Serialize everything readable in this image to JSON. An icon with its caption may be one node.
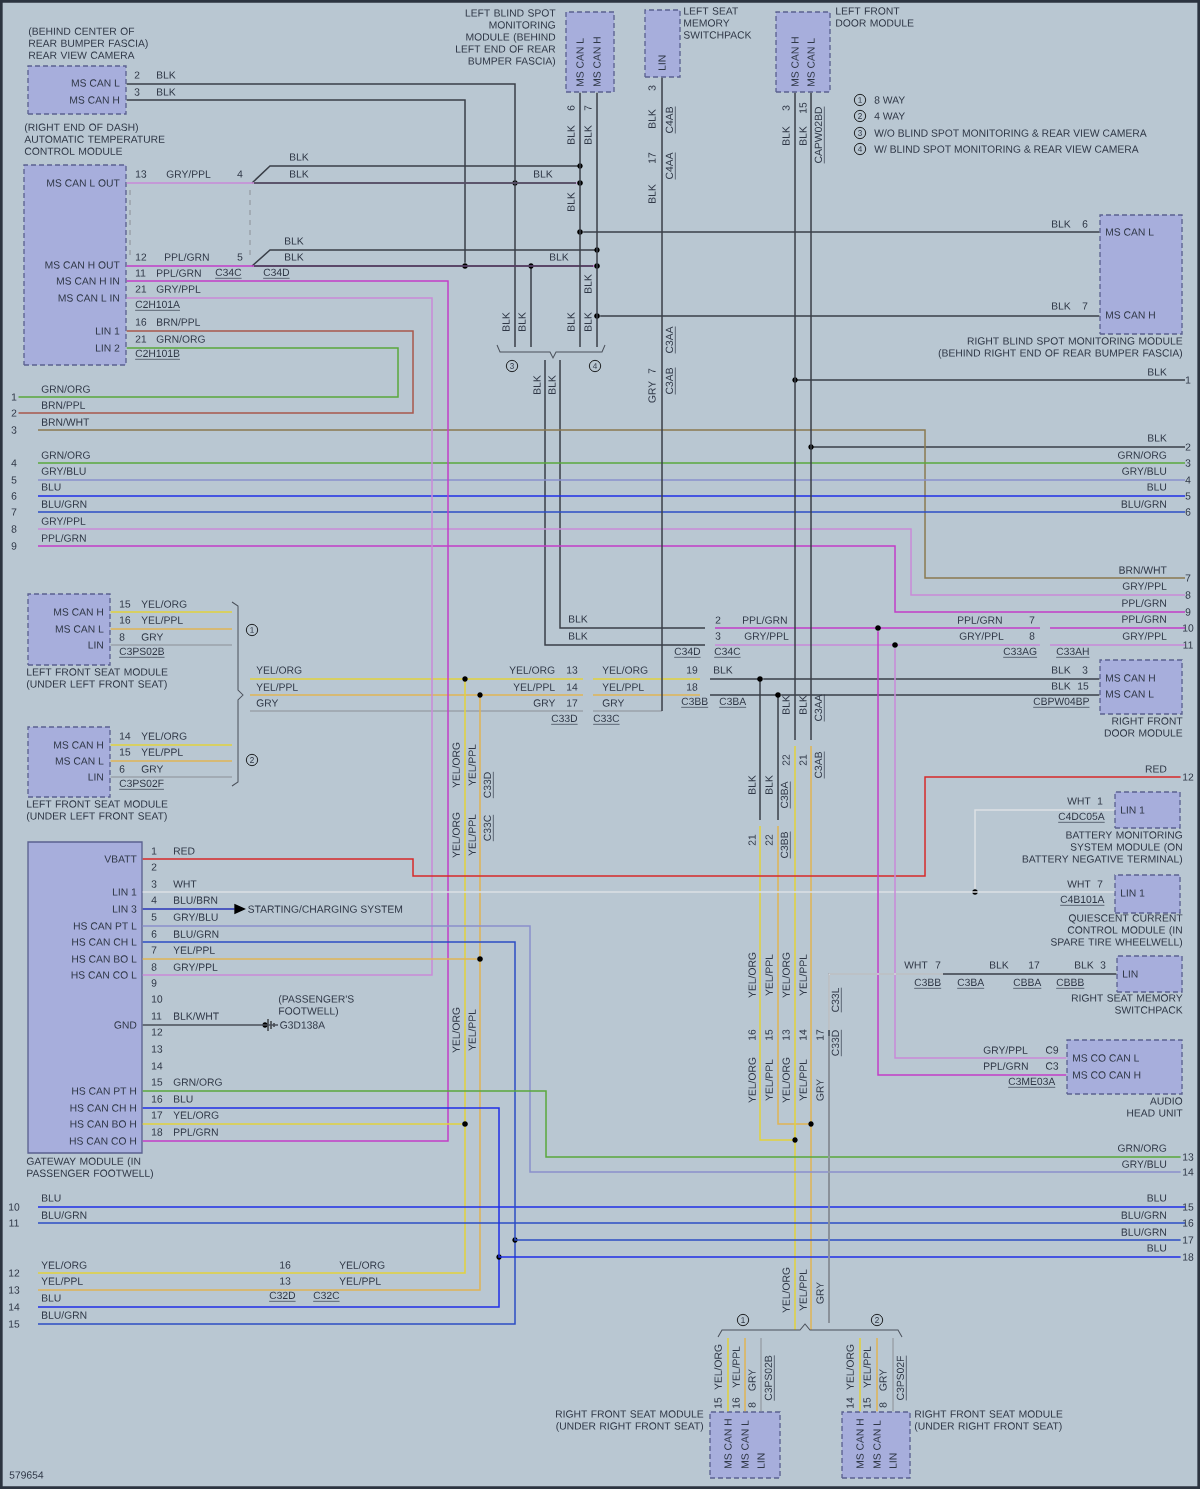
{
  "diagram": {
    "nodes": [
      {
        "text": [
          "MS CAN L",
          "MS CAN H"
        ],
        "beside": [
          "(BEHIND CENTER OF REAR BUMPER FASCIA) REAR VIEW CAMERA"
        ]
      },
      {
        "text": [
          "MS CAN L OUT",
          "MS CAN H OUT",
          "MS CAN H IN",
          "MS CAN L IN",
          "LIN 1",
          "LIN 2"
        ],
        "beside": [
          "(RIGHT END OF DASH) AUTOMATIC TEMPERATURE CONTROL MODULE"
        ]
      },
      {
        "text": [
          "MS CAN L",
          "MS CAN H"
        ],
        "beside": [
          "LEFT BLIND SPOT MONITORING MODULE (BEHIND LEFT END OF REAR BUMPER FASCIA)"
        ]
      },
      {
        "text": [
          "LIN"
        ],
        "beside": [
          "LEFT SEAT MEMORY SWITCHPACK"
        ]
      },
      {
        "text": [
          "MS CAN H",
          "MS CAN L"
        ],
        "beside": [
          "LEFT FRONT DOOR MODULE"
        ]
      },
      {
        "text": [
          "MS CAN L",
          "MS CAN H"
        ],
        "beside": [
          "RIGHT BLIND SPOT MONITORING MODULE (BEHIND RIGHT END OF REAR BUMPER FASCIA)"
        ]
      },
      {
        "text": [
          "MS CAN H",
          "MS CAN L",
          "LIN"
        ],
        "beside": [
          "LEFT FRONT SEAT MODULE (UNDER LEFT FRONT SEAT)"
        ]
      },
      {
        "text": [
          "MS CAN H",
          "MS CAN L",
          "LIN"
        ],
        "beside": [
          "LEFT FRONT SEAT MODULE (UNDER LEFT FRONT SEAT)"
        ]
      },
      {
        "text": [
          "MS CAN H",
          "MS CAN L"
        ],
        "beside": [
          "RIGHT FRONT DOOR MODULE"
        ]
      },
      {
        "text": [
          "LIN 1"
        ],
        "beside": [
          "BATTERY MONITORING SYSTEM MODULE (ON BATTERY NEGATIVE TERMINAL)"
        ]
      },
      {
        "text": [
          "LIN 1"
        ],
        "beside": [
          "QUIESCENT CURRENT CONTROL MODULE (IN SPARE TIRE WHEELWELL)"
        ]
      },
      {
        "text": [
          "LIN"
        ],
        "beside": [
          "RIGHT SEAT MEMORY SWITCHPACK"
        ]
      },
      {
        "text": [
          "VBATT",
          "LIN 1",
          "LIN 3",
          "HS CAN PT L",
          "HS CAN CH L",
          "HS CAN BO L",
          "HS CAN CO L",
          "GND",
          "HS CAN PT H",
          "HS CAN CH H",
          "HS CAN BO H",
          "HS CAN CO H"
        ],
        "beside": [
          "GATEWAY MODULE (IN PASSENGER FOOTWELL)"
        ]
      },
      {
        "text": [
          "MS CO CAN L",
          "MS CO CAN H"
        ],
        "beside": [
          "AUDIO HEAD UNIT"
        ]
      },
      {
        "text": [
          "MS CAN H",
          "MS CAN L",
          "LIN"
        ],
        "beside": [
          "RIGHT FRONT SEAT MODULE (UNDER RIGHT FRONT SEAT)"
        ]
      },
      {
        "text": [
          "MS CAN H",
          "MS CAN L",
          "LIN"
        ],
        "beside": [
          "RIGHT FRONT SEAT MODULE (UNDER RIGHT FRONT SEAT)"
        ]
      },
      {
        "text": [
          "STARTING/CHARGING SYSTEM"
        ]
      },
      {
        "text": [
          "G3D138A"
        ],
        "beside": [
          "(PASSENGER'S FOOTWELL)"
        ]
      },
      {
        "text": [
          "1"
        ]
      },
      {
        "text": [
          "2"
        ]
      },
      {
        "text": [
          "12"
        ]
      },
      {
        "text": [
          "13"
        ]
      },
      {
        "text": [
          "14"
        ]
      },
      {
        "text": [
          "17"
        ]
      },
      {
        "text": [
          "18"
        ]
      },
      {
        "text": [],
        "shape": "circle"
      },
      {
        "text": [],
        "shape": "circle"
      },
      {
        "text": [],
        "shape": "circle"
      },
      {
        "text": [],
        "shape": "circle"
      },
      {
        "text": [],
        "shape": "circle"
      },
      {
        "text": [],
        "shape": "circle"
      },
      {
        "text": [],
        "shape": "circle"
      },
      {
        "text": [],
        "shape": "circle"
      },
      {
        "text": [],
        "shape": "circle"
      },
      {
        "text": [],
        "shape": "circle"
      },
      {
        "text": [],
        "shape": "circle"
      },
      {
        "text": [],
        "shape": "circle"
      }
    ],
    "edges": [
      {
        "from": 0,
        "to": null,
        "arrow": "none",
        "label": "BLK",
        "color": "#3a3f48"
      },
      {
        "from": 0,
        "to": 27,
        "arrow": "none",
        "label": "BLK",
        "color": "#3a3f48"
      },
      {
        "from": 1,
        "to": 25,
        "arrow": "none",
        "label": "GRY/PPL",
        "color": "#c98ad8"
      },
      {
        "from": 1,
        "to": 28,
        "arrow": "none",
        "label": "PPL/GRN",
        "color": "#c23ec8"
      },
      {
        "from": 1,
        "to": 12,
        "arrow": "none",
        "label": "PPL/GRN",
        "color": "#c23ec8"
      },
      {
        "from": 1,
        "to": 12,
        "arrow": "none",
        "label": "GRY/PPL",
        "color": "#c98ad8"
      },
      {
        "from": 1,
        "to": 19,
        "arrow": "none",
        "label": "BRN/PPL",
        "color": "#a8584c"
      },
      {
        "from": 1,
        "to": 18,
        "arrow": "none",
        "label": "GRN/ORG",
        "color": "#5aa83c"
      },
      {
        "from": 2,
        "to": null,
        "arrow": "none",
        "label": "BLK",
        "color": "#3a3f48"
      },
      {
        "from": 2,
        "to": null,
        "arrow": "none",
        "label": "BLK",
        "color": "#3a3f48"
      },
      {
        "from": 3,
        "to": null,
        "arrow": "none",
        "label": "BLK",
        "color": "#3a3f48"
      },
      {
        "from": 4,
        "to": null,
        "arrow": "none",
        "label": "BLK",
        "color": "#3a3f48"
      },
      {
        "from": 4,
        "to": null,
        "arrow": "none",
        "label": "BLK",
        "color": "#3a3f48"
      },
      {
        "from": 5,
        "to": 26,
        "arrow": "none",
        "label": "BLK",
        "color": "#3a3f48"
      },
      {
        "from": 5,
        "to": 29,
        "arrow": "none",
        "label": "BLK",
        "color": "#3a3f48"
      },
      {
        "from": 6,
        "to": null,
        "arrow": "none",
        "label": "YEL/ORG",
        "color": "#e2d23c"
      },
      {
        "from": 6,
        "to": null,
        "arrow": "none",
        "label": "YEL/PPL",
        "color": "#e0b454"
      },
      {
        "from": 6,
        "to": null,
        "arrow": "none",
        "label": "GRY",
        "color": "#9ba2aa"
      },
      {
        "from": 7,
        "to": null,
        "arrow": "none",
        "label": "YEL/ORG",
        "color": "#e2d23c"
      },
      {
        "from": 7,
        "to": null,
        "arrow": "none",
        "label": "YEL/PPL",
        "color": "#e0b454"
      },
      {
        "from": 7,
        "to": null,
        "arrow": "none",
        "label": "GRY",
        "color": "#9ba2aa"
      },
      {
        "from": 8,
        "to": 32,
        "arrow": "none",
        "label": "BLK",
        "color": "#3a3f48"
      },
      {
        "from": 8,
        "to": 33,
        "arrow": "none",
        "label": "BLK",
        "color": "#3a3f48"
      },
      {
        "from": 9,
        "to": 34,
        "arrow": "none",
        "label": "WHT",
        "color": "#dde1e5"
      },
      {
        "from": 12,
        "to": 10,
        "arrow": "none",
        "label": "WHT",
        "color": "#dde1e5"
      },
      {
        "from": 11,
        "to": null,
        "arrow": "none",
        "label": "BLK",
        "color": "#3a3f48"
      },
      {
        "from": 12,
        "to": 20,
        "arrow": "none",
        "label": "RED",
        "color": "#d62a2a"
      },
      {
        "from": 12,
        "to": 16,
        "arrow": "to",
        "label": "BLU/BRN",
        "color": "#2a36b8"
      },
      {
        "from": 12,
        "to": 22,
        "arrow": "none",
        "label": "GRY/BLU",
        "color": "#8a90cc"
      },
      {
        "from": 12,
        "to": 23,
        "arrow": "none",
        "label": "BLU/GRN",
        "color": "#2c4ec4"
      },
      {
        "from": 12,
        "to": 35,
        "arrow": "none",
        "label": "YEL/PPL",
        "color": "#e0b454"
      },
      {
        "from": 12,
        "to": 17,
        "arrow": "none",
        "label": "BLK/WHT",
        "color": "#4a4f58"
      },
      {
        "from": 12,
        "to": 21,
        "arrow": "none",
        "label": "GRN/ORG",
        "color": "#5aa83c"
      },
      {
        "from": 12,
        "to": 24,
        "arrow": "none",
        "label": "BLU",
        "color": "#1f2fe6"
      },
      {
        "from": 12,
        "to": 36,
        "arrow": "none",
        "label": "YEL/ORG",
        "color": "#e2d23c"
      },
      {
        "from": 13,
        "to": 31,
        "arrow": "none",
        "label": "GRY/PPL",
        "color": "#c98ad8"
      },
      {
        "from": 13,
        "to": 30,
        "arrow": "none",
        "label": "PPL/GRN",
        "color": "#c23ec8"
      },
      {
        "from": 14,
        "to": null,
        "arrow": "none",
        "label": "YEL/ORG",
        "color": "#e2d23c"
      },
      {
        "from": 14,
        "to": null,
        "arrow": "none",
        "label": "YEL/PPL",
        "color": "#e0b454"
      },
      {
        "from": 14,
        "to": null,
        "arrow": "none",
        "label": "GRY",
        "color": "#9ba2aa"
      },
      {
        "from": 15,
        "to": null,
        "arrow": "none",
        "label": "YEL/ORG",
        "color": "#e2d23c"
      },
      {
        "from": 15,
        "to": null,
        "arrow": "none",
        "label": "YEL/PPL",
        "color": "#e0b454"
      },
      {
        "from": 15,
        "to": null,
        "arrow": "none",
        "label": "GRY",
        "color": "#9ba2aa"
      }
    ],
    "labels": [
      "2",
      "3",
      "13",
      "4",
      "12",
      "5",
      "11",
      "21",
      "C2H101A",
      "16",
      "21",
      "C2H101B",
      "C34C",
      "C34D",
      "BLK",
      "BLK",
      "BLK",
      "BLK",
      "BLK",
      "BLK",
      "6",
      "7",
      "BLK",
      "BLK",
      "BLK",
      "BLK",
      "BLK",
      "BLK",
      "3",
      "4",
      "BLK",
      "BLK",
      "3",
      "C4AB",
      "17",
      "C4AA",
      "BLK",
      "C3AA",
      "7",
      "C3AB",
      "GRY",
      "3",
      "15",
      "CAPW02BD",
      "1",
      "8 WAY",
      "2",
      "4 WAY",
      "3",
      "W/O BLIND SPOT MONITORING & REAR VIEW CAMERA",
      "4",
      "W/ BLIND SPOT MONITORING & REAR VIEW CAMERA",
      "6",
      "7",
      "BLK",
      "1",
      "BLK",
      "2",
      "GRN/ORG",
      "3",
      "GRY/BLU",
      "4",
      "BLU",
      "5",
      "BLU/GRN",
      "6",
      "GRN/ORG",
      "BRN/PPL",
      "3",
      "BRN/WHT",
      "4",
      "GRN/ORG",
      "5",
      "GRY/BLU",
      "6",
      "BLU",
      "7",
      "BLU/GRN",
      "8",
      "GRY/PPL",
      "9",
      "PPL/GRN",
      "BRN/WHT",
      "7",
      "GRY/PPL",
      "8",
      "PPL/GRN",
      "9",
      "PPL/GRN",
      "10",
      "GRY/PPL",
      "11",
      "15",
      "16",
      "8",
      "C3PS02B",
      "14",
      "15",
      "6",
      "C3PS02F",
      "1",
      "2",
      "YEL/ORG",
      "YEL/PPL",
      "GRY",
      "BLK",
      "BLK",
      "2",
      "PPL/GRN",
      "3",
      "GRY/PPL",
      "C34D",
      "C34C",
      "YEL/ORG",
      "13",
      "YEL/PPL",
      "14",
      "GRY",
      "17",
      "C33D",
      "C33C",
      "YEL/ORG",
      "YEL/PPL",
      "GRY",
      "19",
      "18",
      "BLK",
      "C3BB",
      "C3BA",
      "PPL/GRN",
      "7",
      "GRY/PPL",
      "8",
      "C33AG",
      "C33AH",
      "3",
      "15",
      "CBPW04BP",
      "YEL/ORG",
      "YEL/PPL",
      "C33D",
      "YEL/ORG",
      "YEL/PPL",
      "C33C",
      "YEL/ORG",
      "YEL/PPL",
      "BLK",
      "BLK",
      "C3AA",
      "22",
      "21",
      "C3AB",
      "BLK",
      "BLK",
      "C3BA",
      "21",
      "22",
      "C3BB",
      "RED",
      "1",
      "C4DC05A",
      "WHT",
      "7",
      "C4B101A",
      "WHT",
      "7",
      "C3BB",
      "C3BA",
      "BLK",
      "17",
      "CBBA",
      "3",
      "CBBB",
      "C9",
      "C3",
      "C3ME03A",
      "YEL/ORG",
      "YEL/PPL",
      "YEL/ORG",
      "YEL/PPL",
      "16",
      "15",
      "13",
      "14",
      "17",
      "C33L",
      "C33D",
      "YEL/ORG",
      "YEL/PPL",
      "YEL/ORG",
      "YEL/PPL",
      "GRY",
      "1",
      "2",
      "3",
      "4",
      "5",
      "6",
      "7",
      "8",
      "9",
      "10",
      "11",
      "12",
      "13",
      "14",
      "15",
      "16",
      "17",
      "18",
      "GRY/PPL",
      "PPL/GRN",
      "GRN/ORG",
      "GRY/BLU",
      "BLU",
      "15",
      "BLU/GRN",
      "16",
      "BLU/GRN",
      "BLU",
      "10",
      "BLU",
      "11",
      "BLU/GRN",
      "12",
      "YEL/ORG",
      "13",
      "YEL/PPL",
      "14",
      "BLU",
      "15",
      "BLU/GRN",
      "16",
      "YEL/ORG",
      "13",
      "YEL/PPL",
      "C32D",
      "C32C",
      "YEL/ORG",
      "YEL/PPL",
      "GRY",
      "1",
      "2",
      "15",
      "16",
      "8",
      "C3PS02B",
      "14",
      "15",
      "8",
      "C3PS02F",
      "579654"
    ]
  }
}
